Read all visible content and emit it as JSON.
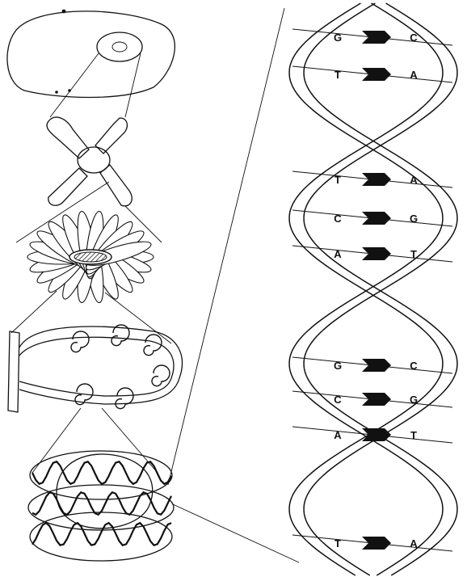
{
  "figure": {
    "stages": [
      {
        "id": "cell",
        "label": "",
        "icon": "cell-icon"
      },
      {
        "id": "chromosome",
        "label": "",
        "icon": "chromosome-icon"
      },
      {
        "id": "rosette",
        "label": "",
        "icon": "rosette-icon"
      },
      {
        "id": "loops",
        "label": "",
        "icon": "chromatin-loops-icon"
      },
      {
        "id": "nucleosome",
        "label": "",
        "icon": "nucleosome-coil-icon"
      }
    ],
    "dna": {
      "base_pairs": [
        {
          "left": "G",
          "right": "C"
        },
        {
          "left": "T",
          "right": "A"
        },
        {
          "left": "T",
          "right": "A"
        },
        {
          "left": "C",
          "right": "G"
        },
        {
          "left": "A",
          "right": "T"
        },
        {
          "left": "G",
          "right": "C"
        },
        {
          "left": "C",
          "right": "G"
        },
        {
          "left": "A",
          "right": "T"
        },
        {
          "left": "T",
          "right": "A"
        }
      ]
    },
    "colors": {
      "ink": "#111111",
      "paper": "#ffffff"
    }
  }
}
